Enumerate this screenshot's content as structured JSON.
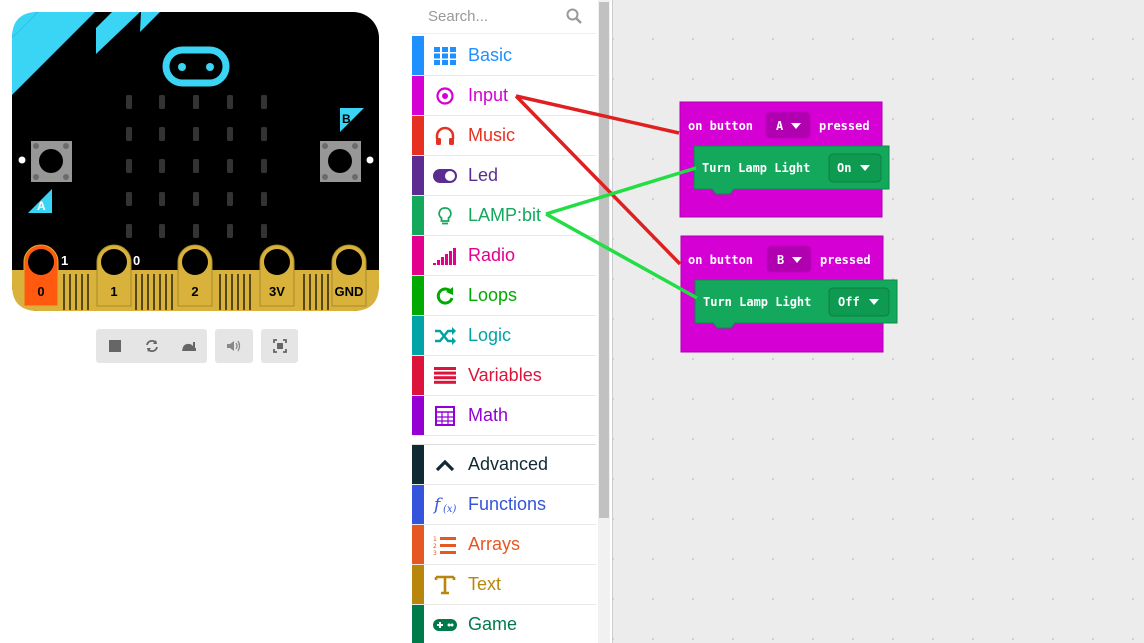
{
  "simulator": {
    "pin_labels": [
      "0",
      "1",
      "2",
      "3V",
      "GND"
    ],
    "pin_values": [
      "1",
      "0"
    ],
    "button_a": "A",
    "button_b": "B"
  },
  "toolbox": {
    "search_placeholder": "Search...",
    "categories": [
      {
        "label": "Basic",
        "color": "#1e90ff",
        "icon": "grid-icon"
      },
      {
        "label": "Input",
        "color": "#d400d4",
        "icon": "target-icon"
      },
      {
        "label": "Music",
        "color": "#e63022",
        "icon": "headphones-icon"
      },
      {
        "label": "Led",
        "color": "#5c2d91",
        "icon": "toggle-icon"
      },
      {
        "label": "LAMP:bit",
        "color": "#13a85b",
        "icon": "lightbulb-icon"
      },
      {
        "label": "Radio",
        "color": "#e3008c",
        "icon": "signal-bars-icon"
      },
      {
        "label": "Loops",
        "color": "#00aa00",
        "icon": "loop-arrow-icon"
      },
      {
        "label": "Logic",
        "color": "#00a4a6",
        "icon": "shuffle-icon"
      },
      {
        "label": "Variables",
        "color": "#dc143c",
        "icon": "lines-icon"
      },
      {
        "label": "Math",
        "color": "#9400d3",
        "icon": "calculator-icon"
      }
    ],
    "advanced": [
      {
        "label": "Advanced",
        "color": "#102a33",
        "icon": "chevron-up-icon"
      },
      {
        "label": "Functions",
        "color": "#3455db",
        "icon": "function-icon"
      },
      {
        "label": "Arrays",
        "color": "#e65722",
        "icon": "numbered-list-icon"
      },
      {
        "label": "Text",
        "color": "#b8860b",
        "icon": "text-icon"
      },
      {
        "label": "Game",
        "color": "#007a4b",
        "icon": "gamepad-icon"
      }
    ]
  },
  "workspace": {
    "block1": {
      "event": "on button",
      "button": "A",
      "suffix": "pressed",
      "action": "Turn Lamp Light",
      "state": "On"
    },
    "block2": {
      "event": "on button",
      "button": "B",
      "suffix": "pressed",
      "action": "Turn Lamp Light",
      "state": "Off"
    },
    "colors": {
      "event_block": "#d400d4",
      "lamp_block": "#13a85b",
      "connector_red": "#e02020",
      "connector_green": "#22dd44"
    }
  }
}
